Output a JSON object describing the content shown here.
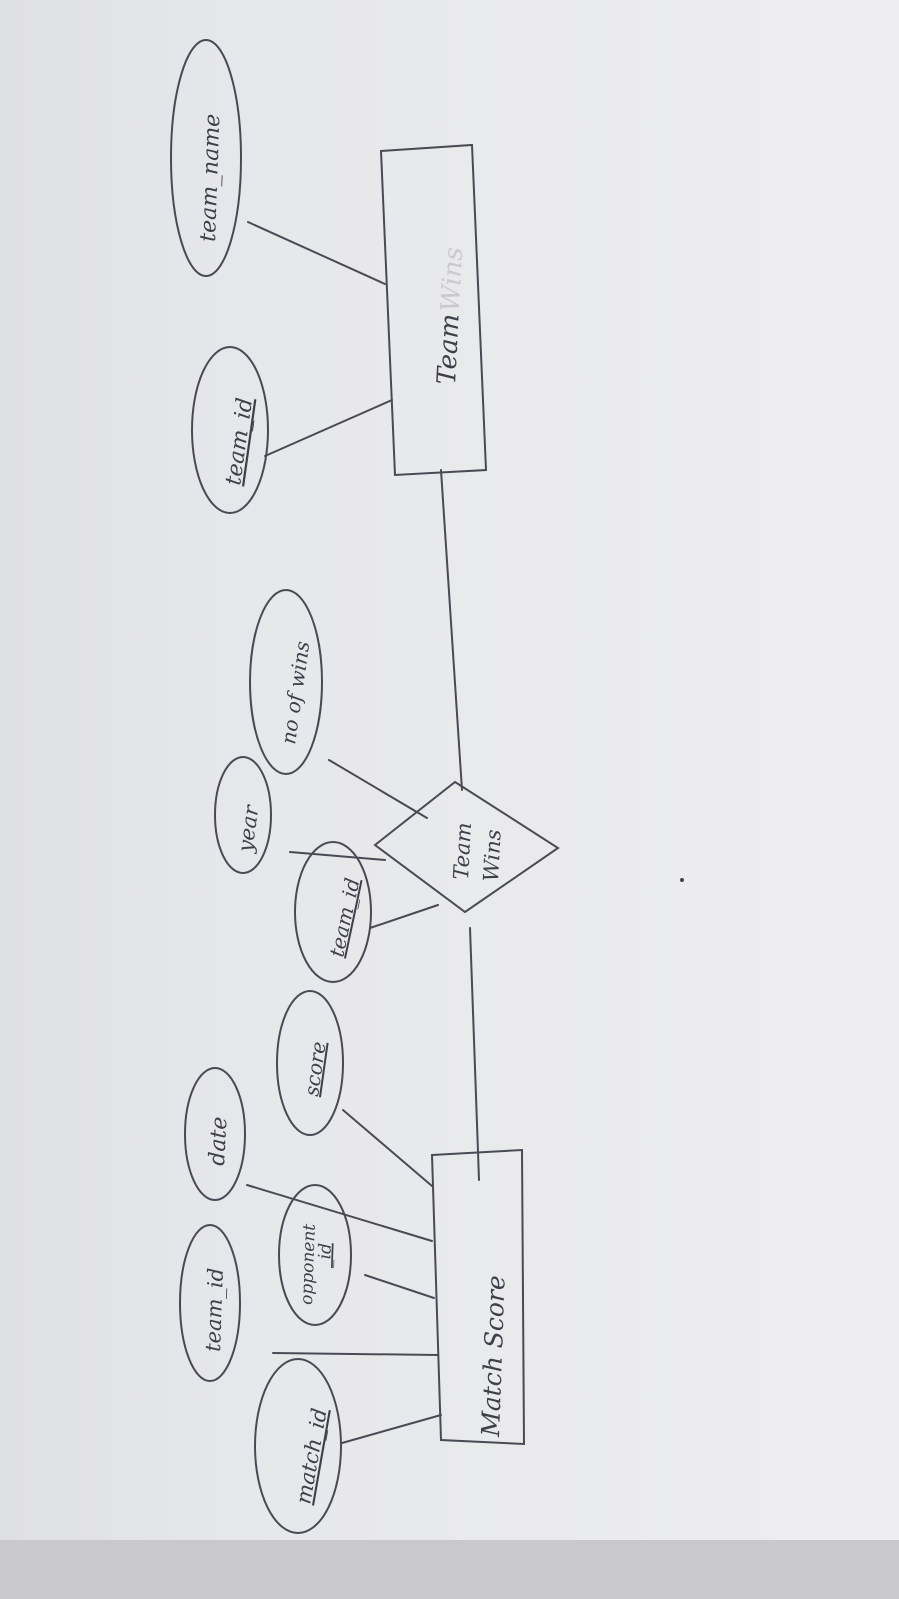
{
  "diagram": {
    "entities": {
      "team": {
        "label": "Team",
        "faded_suffix": "Wins"
      },
      "match_score": {
        "label": "Match Score"
      }
    },
    "relationship": {
      "line1": "Team",
      "line2": "Wins"
    },
    "attributes": {
      "team_name": "team_name",
      "team_id_top": "team_id",
      "no_of_wins": "no of wins",
      "year": "year",
      "team_id_rel": "team_id",
      "score": "score",
      "date": "date",
      "opponent_line1": "opponent",
      "opponent_line2": "_id",
      "team_id_match": "team_id",
      "match_id": "match_id"
    }
  }
}
